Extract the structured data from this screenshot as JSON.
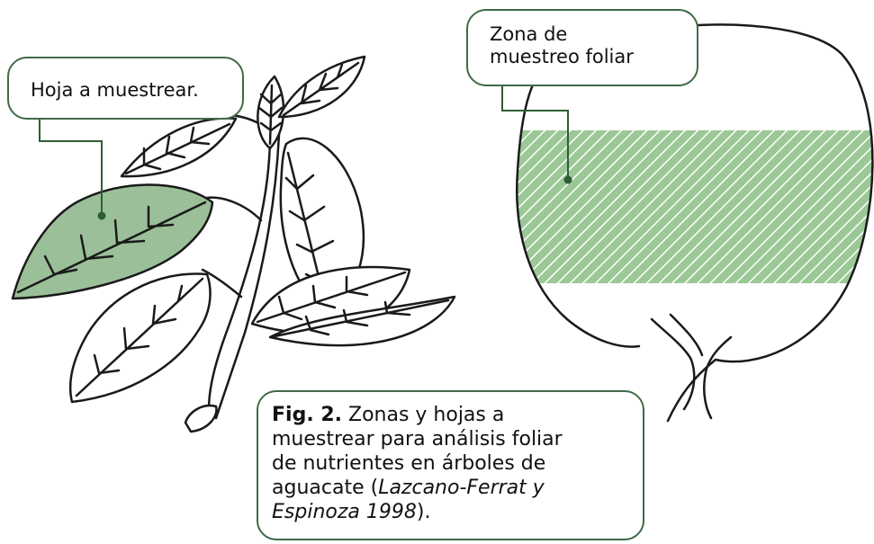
{
  "colors": {
    "leaf_fill": "#9bbf98",
    "band_fill": "#9bc896",
    "outline": "#1a1a1a",
    "callout_border": "#3f6b47",
    "pointer": "#2e5e34"
  },
  "callout_leaf": {
    "text": "Hoja a muestrear."
  },
  "callout_zone": {
    "line1": "Zona de",
    "line2": "muestreo foliar"
  },
  "caption": {
    "fig_label": "Fig. 2.",
    "line1_rest": " Zonas y hojas a",
    "line2": "muestrear para análisis foliar",
    "line3": "de nutrientes en árboles de",
    "line4_pre": "aguacate (",
    "line4_italic": "Lazcano-Ferrat y",
    "line5_italic": "Espinoza 1998",
    "line5_post": ")."
  }
}
